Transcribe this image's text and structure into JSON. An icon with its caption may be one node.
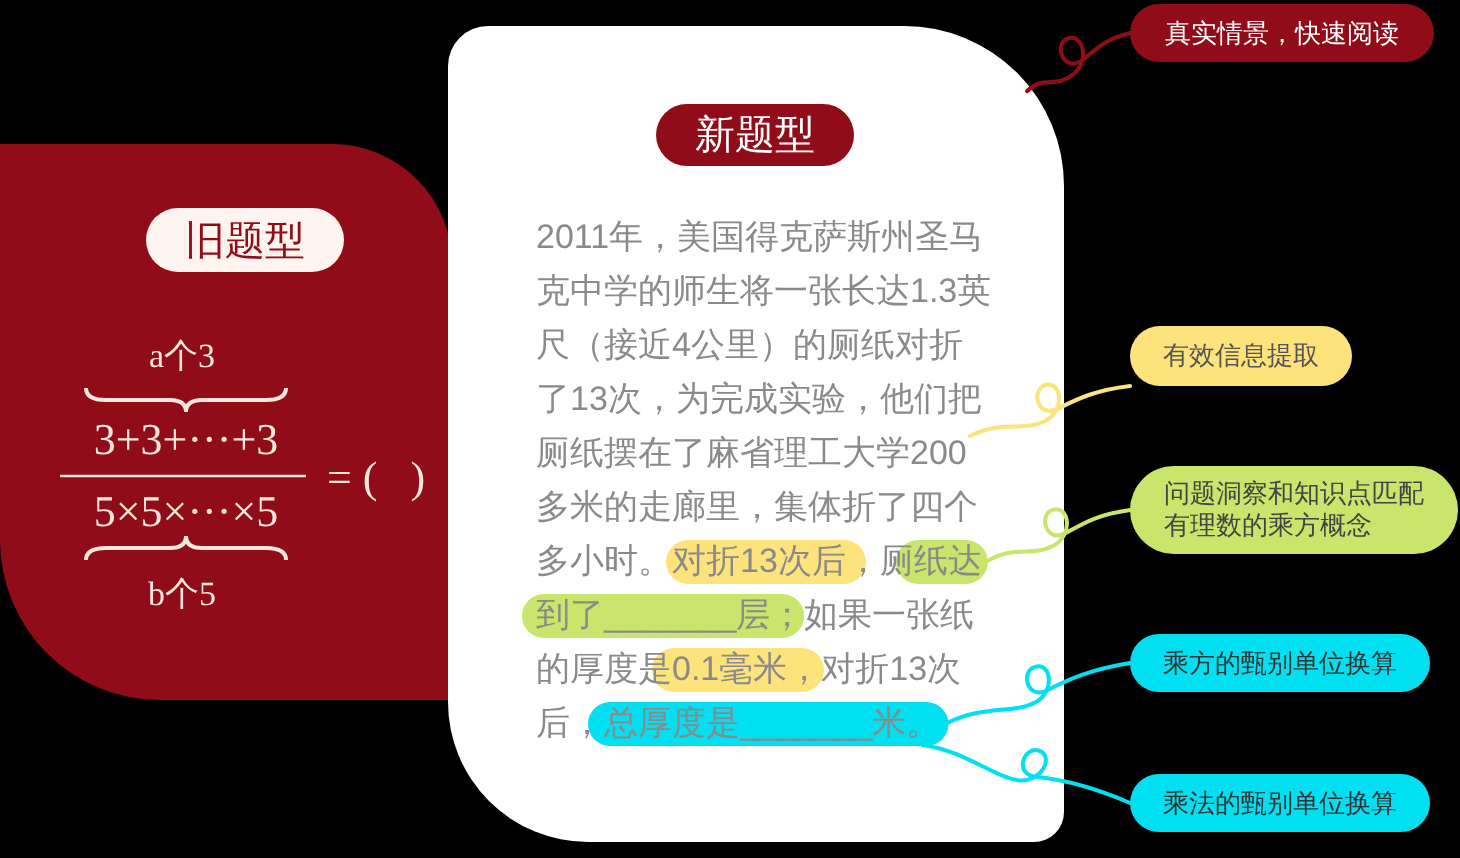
{
  "diagram": {
    "nodes": [
      {
        "text": [
          "旧题型"
        ]
      },
      {
        "text": [
          "新题型",
          "2011年，美国得克萨斯州圣马克中学的师生将一张长达1.3英尺（接近4公里）的厕纸对折了13次，为完成实验，他们把厕纸摆在了麻省理工大学200多米的走廊里，集体折了四个多小时。对折13次后，厕纸达到了_______层；如果一张纸的厚度是0.1毫米，对折13次后，总厚度是_______米。"
        ]
      },
      {
        "text": [],
        "shape": "bar",
        "in": 1
      },
      {
        "text": [],
        "shape": "bar",
        "in": 1
      },
      {
        "text": [
          "真实情景，快速阅读"
        ]
      },
      {
        "text": [
          "有效信息提取"
        ]
      },
      {
        "text": [
          "问题洞察和知识点匹配有理数的乘方概念"
        ]
      },
      {
        "text": [
          "乘方的甄别单位换算"
        ]
      },
      {
        "text": [
          "乘法的甄别单位换算"
        ]
      }
    ],
    "edges": [
      {
        "from": 4,
        "to": 1,
        "arrow": "none",
        "color": "#8f0c18"
      },
      {
        "from": 5,
        "to": null,
        "arrow": "none",
        "color": "#fce37c"
      },
      {
        "from": 6,
        "to": 2,
        "arrow": "none",
        "color": "#c9e56b"
      },
      {
        "from": 7,
        "to": 3,
        "arrow": "none",
        "color": "#00e0f0"
      },
      {
        "from": 8,
        "to": 3,
        "arrow": "none",
        "color": "#00e0f0"
      }
    ],
    "labels": [
      "a个3",
      "3+3+···+3",
      "5×5×···×5",
      "b个5",
      "= (   )"
    ]
  }
}
